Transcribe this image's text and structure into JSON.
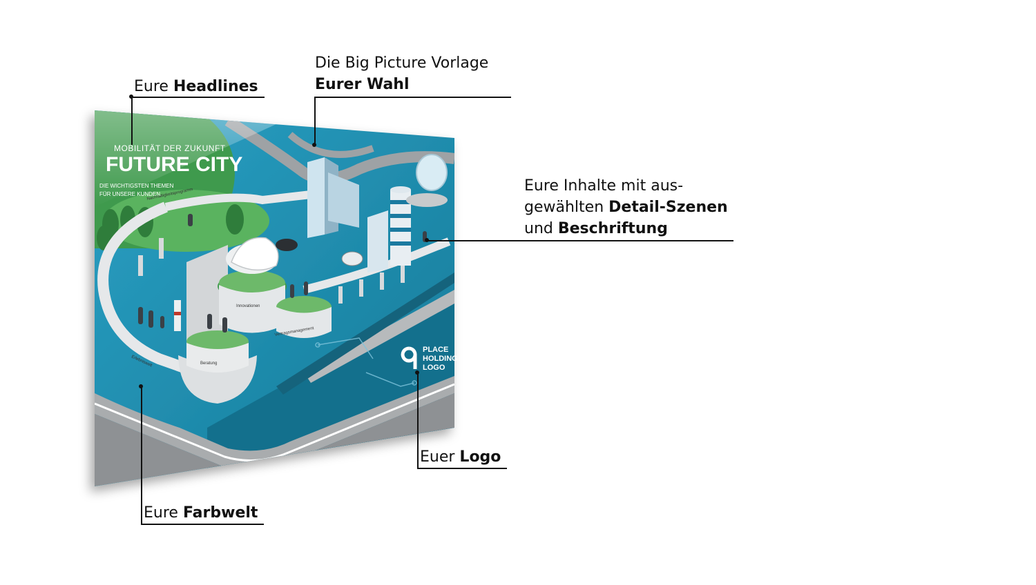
{
  "annotations": {
    "headlines": {
      "regular": "Eure ",
      "bold": "Headlines"
    },
    "template": {
      "line1": "Die Big Picture Vorlage",
      "line2_bold": "Eurer Wahl"
    },
    "contents": {
      "line1": "Eure Inhalte mit aus-",
      "line2_regular": "gewählten ",
      "line2_bold": "Detail-Szenen",
      "line3_regular": "und ",
      "line3_bold": "Beschriftung"
    },
    "logo": {
      "regular": "Euer ",
      "bold": "Logo"
    },
    "colors": {
      "regular": "Eure ",
      "bold": "Farbwelt"
    }
  },
  "poster": {
    "kicker": "MOBILITÄT DER ZUKUNFT",
    "title": "FUTURE CITY",
    "subtitle_line1": "DIE WICHTIGSTEN THEMEN",
    "subtitle_line2": "FÜR UNSERE KUNDEN.",
    "logo_line1": "PLACE",
    "logo_line2": "HOLDING",
    "logo_line3": "LOGO",
    "scene_labels": [
      "Nachhaltigkeitsprogramm",
      "Innovationen",
      "Vertragsmanagement",
      "Beratung",
      "Erlebniswelt"
    ],
    "colors": {
      "primary": "#1f8fb0",
      "dark": "#146f8c",
      "green": "#3f9a4d",
      "road": "#a9acae"
    }
  }
}
